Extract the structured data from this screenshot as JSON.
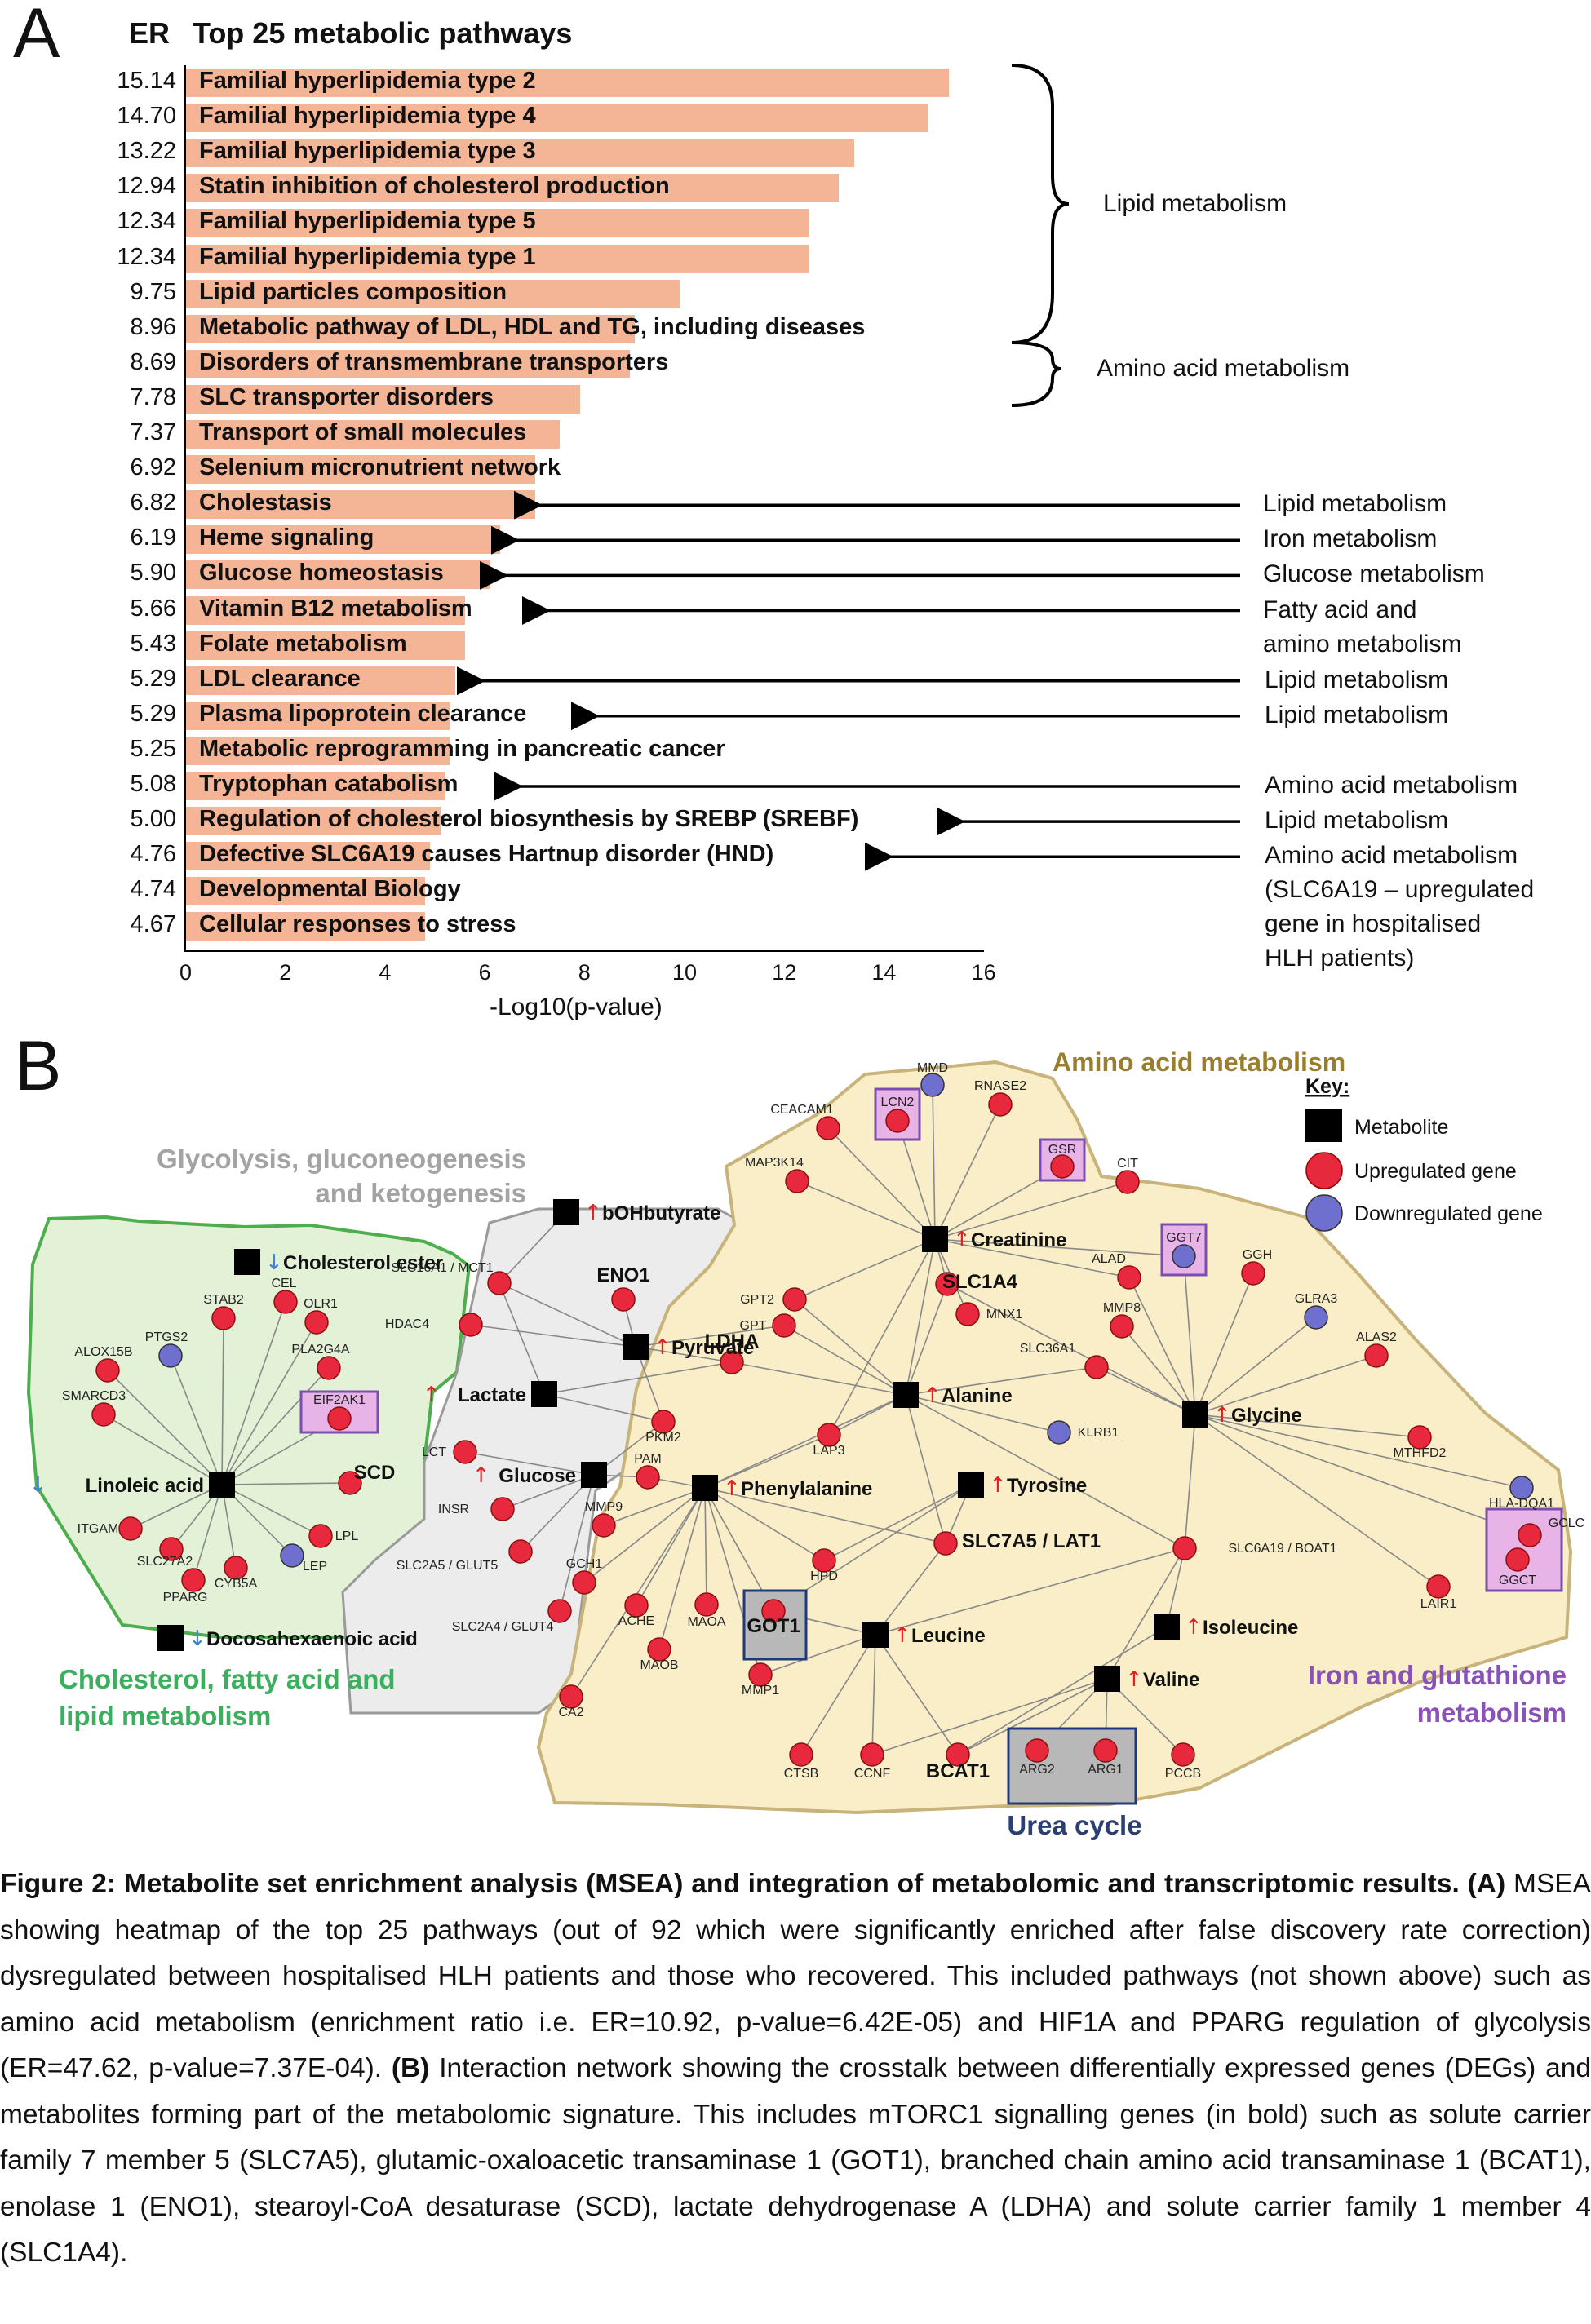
{
  "panel_a": {
    "letter": "A",
    "er_header": "ER",
    "title": "Top 25 metabolic pathways",
    "xlabel": "-Log10(p-value)",
    "brace_labels": [
      "Lipid metabolism",
      "Amino acid metabolism"
    ],
    "annotations": [
      {
        "row": 12,
        "lines": [
          "Lipid metabolism"
        ]
      },
      {
        "row": 13,
        "lines": [
          "Iron metabolism"
        ]
      },
      {
        "row": 14,
        "lines": [
          "Glucose metabolism"
        ]
      },
      {
        "row": 15,
        "lines": [
          "Fatty acid and",
          "amino metabolism"
        ]
      },
      {
        "row": 17,
        "lines": [
          "Lipid metabolism"
        ]
      },
      {
        "row": 18,
        "lines": [
          "Lipid metabolism"
        ]
      },
      {
        "row": 20,
        "lines": [
          "Amino acid metabolism"
        ]
      },
      {
        "row": 21,
        "lines": [
          "Lipid metabolism"
        ]
      },
      {
        "row": 22,
        "lines": [
          "Amino acid metabolism",
          "(SLC6A19 – upregulated",
          "gene in hospitalised",
          "HLH patients)"
        ]
      }
    ]
  },
  "chart_data": {
    "type": "bar",
    "orientation": "horizontal",
    "title": "Top 25 metabolic pathways",
    "xlabel": "-Log10(p-value)",
    "xlim": [
      0,
      16
    ],
    "xticks": [
      0,
      2,
      4,
      6,
      8,
      10,
      12,
      14,
      16
    ],
    "bar_color": "#f4b496",
    "categories": [
      "Familial hyperlipidemia type 2",
      "Familial hyperlipidemia type 4",
      "Familial hyperlipidemia type 3",
      "Statin inhibition of cholesterol production",
      "Familial hyperlipidemia type 5",
      "Familial  hyperlipidemia type 1",
      "Lipid particles composition",
      "Metabolic pathway of LDL, HDL and TG, including diseases",
      "Disorders of transmembrane transporters",
      "SLC transporter disorders",
      "Transport of small molecules",
      "Selenium micronutrient network",
      "Cholestasis",
      "Heme signaling",
      "Glucose homeostasis",
      "Vitamin B12 metabolism",
      "Folate metabolism",
      "LDL clearance",
      "Plasma lipoprotein clearance",
      "Metabolic reprogramming in pancreatic cancer",
      "Tryptophan catabolism",
      "Regulation of cholesterol biosynthesis by SREBP (SREBF)",
      "Defective SLC6A19 causes Hartnup disorder (HND)",
      "Developmental Biology",
      "Cellular responses to stress"
    ],
    "er": [
      "15.14",
      "14.70",
      "13.22",
      "12.94",
      "12.34",
      "12.34",
      "9.75",
      "8.96",
      "8.69",
      "7.78",
      "7.37",
      "6.92",
      "6.82",
      "6.19",
      "5.90",
      "5.66",
      "5.43",
      "5.29",
      "5.29",
      "5.25",
      "5.08",
      "5.00",
      "4.76",
      "4.74",
      "4.67"
    ],
    "values": [
      15.3,
      14.9,
      13.4,
      13.1,
      12.5,
      12.5,
      9.9,
      9.0,
      8.9,
      7.9,
      7.5,
      7.0,
      7.0,
      6.3,
      6.1,
      5.6,
      5.6,
      5.4,
      5.3,
      5.3,
      5.2,
      5.1,
      4.9,
      4.8,
      4.8
    ]
  },
  "panel_b": {
    "letter": "B",
    "regions": {
      "amino": "Amino acid metabolism",
      "glyco_1": "Glycolysis, gluconeogenesis",
      "glyco_2": "and ketogenesis",
      "lipid_1": "Cholesterol, fatty acid and",
      "lipid_2": "lipid metabolism",
      "iron_1": "Iron and glutathione",
      "iron_2": "metabolism",
      "urea": "Urea cycle"
    },
    "key": {
      "title": "Key:",
      "metabolite": "Metabolite",
      "up": "Upregulated gene",
      "down": "Downregulated gene"
    },
    "colors": {
      "upregulated": "#e8283c",
      "downregulated": "#6f6fd0",
      "metabolite": "#000000",
      "amino_fill": "#f9eec8",
      "glyco_fill": "#ececec",
      "lipid_fill": "#e3f2d7",
      "arrow_up": "#e02020",
      "arrow_down": "#3c80d0"
    },
    "metabolites": [
      {
        "id": "chol_ester",
        "label": "Cholesterol ester",
        "arrow": "↓"
      },
      {
        "id": "linoleic",
        "label": "Linoleic acid",
        "arrow": "↓"
      },
      {
        "id": "dha",
        "label": "Docosahexaenoic acid",
        "arrow": "↓"
      },
      {
        "id": "bohb",
        "label": "bOHbutyrate",
        "arrow": "↑"
      },
      {
        "id": "pyruvate",
        "label": "Pyruvate",
        "arrow": "↑"
      },
      {
        "id": "lactate",
        "label": "Lactate",
        "arrow": "↑"
      },
      {
        "id": "glucose",
        "label": "Glucose",
        "arrow": "↑"
      },
      {
        "id": "creatinine",
        "label": "Creatinine",
        "arrow": "↑"
      },
      {
        "id": "alanine",
        "label": "Alanine",
        "arrow": "↑"
      },
      {
        "id": "glycine",
        "label": "Glycine",
        "arrow": "↑"
      },
      {
        "id": "phenylalanine",
        "label": "Phenylalanine",
        "arrow": "↑"
      },
      {
        "id": "tyrosine",
        "label": "Tyrosine",
        "arrow": "↑"
      },
      {
        "id": "leucine",
        "label": "Leucine",
        "arrow": "↑"
      },
      {
        "id": "isoleucine",
        "label": "Isoleucine",
        "arrow": "↑"
      },
      {
        "id": "valine",
        "label": "Valine",
        "arrow": "↑"
      }
    ],
    "genes": [
      {
        "id": "STAB2",
        "label": "STAB2",
        "type": "up"
      },
      {
        "id": "CEL",
        "label": "CEL",
        "type": "up"
      },
      {
        "id": "PTGS2",
        "label": "PTGS2",
        "type": "down"
      },
      {
        "id": "OLR1",
        "label": "OLR1",
        "type": "up"
      },
      {
        "id": "ALOX15B",
        "label": "ALOX15B",
        "type": "up"
      },
      {
        "id": "PLA2G4A",
        "label": "PLA2G4A",
        "type": "up"
      },
      {
        "id": "SMARCD3",
        "label": "SMARCD3",
        "type": "up"
      },
      {
        "id": "EIF2AK1",
        "label": "EIF2AK1",
        "type": "up",
        "boxed": true
      },
      {
        "id": "SCD",
        "label": "SCD",
        "type": "up",
        "bold": true
      },
      {
        "id": "ITGAM",
        "label": "ITGAM",
        "type": "up"
      },
      {
        "id": "LPL",
        "label": "LPL",
        "type": "up"
      },
      {
        "id": "SLC27A2",
        "label": "SLC27A2",
        "type": "up"
      },
      {
        "id": "LEP",
        "label": "LEP",
        "type": "down"
      },
      {
        "id": "CYB5A",
        "label": "CYB5A",
        "type": "up"
      },
      {
        "id": "PPARG",
        "label": "PPARG",
        "type": "up"
      },
      {
        "id": "SLC16A1",
        "label": "SLC16A1 / MCT1",
        "type": "up"
      },
      {
        "id": "ENO1",
        "label": "ENO1",
        "type": "up",
        "bold": true
      },
      {
        "id": "HDAC4",
        "label": "HDAC4",
        "type": "up"
      },
      {
        "id": "LCT",
        "label": "LCT",
        "type": "up"
      },
      {
        "id": "INSR",
        "label": "INSR",
        "type": "up"
      },
      {
        "id": "SLC2A5",
        "label": "SLC2A5 / GLUT5",
        "type": "up"
      },
      {
        "id": "SLC2A4",
        "label": "SLC2A4 / GLUT4",
        "type": "up"
      },
      {
        "id": "MMD",
        "label": "MMD",
        "type": "down"
      },
      {
        "id": "LCN2",
        "label": "LCN2",
        "type": "up",
        "boxed": true
      },
      {
        "id": "RNASE2",
        "label": "RNASE2",
        "type": "up"
      },
      {
        "id": "CEACAM1",
        "label": "CEACAM1",
        "type": "up"
      },
      {
        "id": "GSR",
        "label": "GSR",
        "type": "up",
        "boxed": true
      },
      {
        "id": "MAP3K14",
        "label": "MAP3K14",
        "type": "up"
      },
      {
        "id": "CIT",
        "label": "CIT",
        "type": "up"
      },
      {
        "id": "GGT7",
        "label": "GGT7",
        "type": "down",
        "boxed": true
      },
      {
        "id": "GGH",
        "label": "GGH",
        "type": "up"
      },
      {
        "id": "ALAD",
        "label": "ALAD",
        "type": "up"
      },
      {
        "id": "SLC1A4",
        "label": "SLC1A4",
        "type": "up",
        "bold": true
      },
      {
        "id": "GPT2",
        "label": "GPT2",
        "type": "up"
      },
      {
        "id": "GPT",
        "label": "GPT",
        "type": "up"
      },
      {
        "id": "MNX1",
        "label": "MNX1",
        "type": "up"
      },
      {
        "id": "MMP8",
        "label": "MMP8",
        "type": "up"
      },
      {
        "id": "GLRA3",
        "label": "GLRA3",
        "type": "down"
      },
      {
        "id": "LDHA",
        "label": "LDHA",
        "type": "up",
        "bold": true
      },
      {
        "id": "SLC36A1",
        "label": "SLC36A1",
        "type": "up"
      },
      {
        "id": "ALAS2",
        "label": "ALAS2",
        "type": "up"
      },
      {
        "id": "PKM2",
        "label": "PKM2",
        "type": "up"
      },
      {
        "id": "LAP3",
        "label": "LAP3",
        "type": "up"
      },
      {
        "id": "KLRB1",
        "label": "KLRB1",
        "type": "down"
      },
      {
        "id": "MTHFD2",
        "label": "MTHFD2",
        "type": "up"
      },
      {
        "id": "PAM",
        "label": "PAM",
        "type": "up"
      },
      {
        "id": "HLADQA1",
        "label": "HLA-DQA1",
        "type": "down"
      },
      {
        "id": "MMP9",
        "label": "MMP9",
        "type": "up"
      },
      {
        "id": "SLC7A5",
        "label": "SLC7A5 / LAT1",
        "type": "up",
        "bold": true
      },
      {
        "id": "SLC6A19",
        "label": "SLC6A19 / BOAT1",
        "type": "up"
      },
      {
        "id": "GCLC",
        "label": "GCLC",
        "type": "up",
        "boxed": true
      },
      {
        "id": "HPD",
        "label": "HPD",
        "type": "up"
      },
      {
        "id": "GCH1",
        "label": "GCH1",
        "type": "up"
      },
      {
        "id": "GGCT",
        "label": "GGCT",
        "type": "up",
        "boxed": true
      },
      {
        "id": "LAIR1",
        "label": "LAIR1",
        "type": "up"
      },
      {
        "id": "ACHE",
        "label": "ACHE",
        "type": "up"
      },
      {
        "id": "MAOA",
        "label": "MAOA",
        "type": "up"
      },
      {
        "id": "GOT1",
        "label": "GOT1",
        "type": "up",
        "bold": true
      },
      {
        "id": "MAOB",
        "label": "MAOB",
        "type": "up"
      },
      {
        "id": "MMP1",
        "label": "MMP1",
        "type": "up"
      },
      {
        "id": "CA2",
        "label": "CA2",
        "type": "up"
      },
      {
        "id": "CTSB",
        "label": "CTSB",
        "type": "up"
      },
      {
        "id": "CCNF",
        "label": "CCNF",
        "type": "up"
      },
      {
        "id": "BCAT1",
        "label": "BCAT1",
        "type": "up",
        "bold": true
      },
      {
        "id": "ARG2",
        "label": "ARG2",
        "type": "up"
      },
      {
        "id": "ARG1",
        "label": "ARG1",
        "type": "up"
      },
      {
        "id": "PCCB",
        "label": "PCCB",
        "type": "up"
      }
    ],
    "edges": [
      [
        "linoleic",
        "STAB2"
      ],
      [
        "linoleic",
        "CEL"
      ],
      [
        "linoleic",
        "PTGS2"
      ],
      [
        "linoleic",
        "OLR1"
      ],
      [
        "linoleic",
        "ALOX15B"
      ],
      [
        "linoleic",
        "PLA2G4A"
      ],
      [
        "linoleic",
        "SMARCD3"
      ],
      [
        "linoleic",
        "EIF2AK1"
      ],
      [
        "linoleic",
        "SCD"
      ],
      [
        "linoleic",
        "ITGAM"
      ],
      [
        "linoleic",
        "LPL"
      ],
      [
        "linoleic",
        "SLC27A2"
      ],
      [
        "linoleic",
        "LEP"
      ],
      [
        "linoleic",
        "CYB5A"
      ],
      [
        "linoleic",
        "PPARG"
      ],
      [
        "pyruvate",
        "SLC16A1"
      ],
      [
        "pyruvate",
        "ENO1"
      ],
      [
        "pyruvate",
        "HDAC4"
      ],
      [
        "pyruvate",
        "LDHA"
      ],
      [
        "pyruvate",
        "PKM2"
      ],
      [
        "pyruvate",
        "GPT"
      ],
      [
        "bohb",
        "SLC16A1"
      ],
      [
        "lactate",
        "SLC16A1"
      ],
      [
        "lactate",
        "LDHA"
      ],
      [
        "lactate",
        "PKM2"
      ],
      [
        "glucose",
        "LCT"
      ],
      [
        "glucose",
        "INSR"
      ],
      [
        "glucose",
        "SLC2A5"
      ],
      [
        "glucose",
        "SLC2A4"
      ],
      [
        "glucose",
        "PKM2"
      ],
      [
        "glucose",
        "PAM"
      ],
      [
        "creatinine",
        "MMD"
      ],
      [
        "creatinine",
        "LCN2"
      ],
      [
        "creatinine",
        "RNASE2"
      ],
      [
        "creatinine",
        "CEACAM1"
      ],
      [
        "creatinine",
        "GSR"
      ],
      [
        "creatinine",
        "MAP3K14"
      ],
      [
        "creatinine",
        "CIT"
      ],
      [
        "creatinine",
        "GGT7"
      ],
      [
        "creatinine",
        "ALAD"
      ],
      [
        "creatinine",
        "SLC1A4"
      ],
      [
        "creatinine",
        "GPT2"
      ],
      [
        "creatinine",
        "MNX1"
      ],
      [
        "creatinine",
        "LAP3"
      ],
      [
        "alanine",
        "GPT2"
      ],
      [
        "alanine",
        "GPT"
      ],
      [
        "alanine",
        "SLC1A4"
      ],
      [
        "alanine",
        "SLC36A1"
      ],
      [
        "alanine",
        "LDHA"
      ],
      [
        "alanine",
        "LAP3"
      ],
      [
        "alanine",
        "KLRB1"
      ],
      [
        "alanine",
        "SLC7A5"
      ],
      [
        "alanine",
        "SLC6A19"
      ],
      [
        "alanine",
        "creatinine"
      ],
      [
        "glycine",
        "GGT7"
      ],
      [
        "glycine",
        "GGH"
      ],
      [
        "glycine",
        "ALAD"
      ],
      [
        "glycine",
        "MMP8"
      ],
      [
        "glycine",
        "GLRA3"
      ],
      [
        "glycine",
        "ALAS2"
      ],
      [
        "glycine",
        "SLC36A1"
      ],
      [
        "glycine",
        "MTHFD2"
      ],
      [
        "glycine",
        "HLADQA1"
      ],
      [
        "glycine",
        "GCLC"
      ],
      [
        "glycine",
        "LAIR1"
      ],
      [
        "glycine",
        "SLC6A19"
      ],
      [
        "glycine",
        "SLC1A4"
      ],
      [
        "phenylalanine",
        "PAM"
      ],
      [
        "phenylalanine",
        "MMP9"
      ],
      [
        "phenylalanine",
        "GCH1"
      ],
      [
        "phenylalanine",
        "CA2"
      ],
      [
        "phenylalanine",
        "ACHE"
      ],
      [
        "phenylalanine",
        "MAOA"
      ],
      [
        "phenylalanine",
        "MAOB"
      ],
      [
        "phenylalanine",
        "GOT1"
      ],
      [
        "phenylalanine",
        "HPD"
      ],
      [
        "phenylalanine",
        "MMP1"
      ],
      [
        "phenylalanine",
        "SLC7A5"
      ],
      [
        "phenylalanine",
        "LAP3"
      ],
      [
        "phenylalanine",
        "alanine"
      ],
      [
        "tyrosine",
        "HPD"
      ],
      [
        "tyrosine",
        "GOT1"
      ],
      [
        "tyrosine",
        "SLC7A5"
      ],
      [
        "leucine",
        "CTSB"
      ],
      [
        "leucine",
        "CCNF"
      ],
      [
        "leucine",
        "BCAT1"
      ],
      [
        "leucine",
        "MMP1"
      ],
      [
        "leucine",
        "SLC7A5"
      ],
      [
        "leucine",
        "GOT1"
      ],
      [
        "leucine",
        "SLC6A19"
      ],
      [
        "isoleucine",
        "SLC6A19"
      ],
      [
        "isoleucine",
        "BCAT1"
      ],
      [
        "valine",
        "BCAT1"
      ],
      [
        "valine",
        "ARG2"
      ],
      [
        "valine",
        "ARG1"
      ],
      [
        "valine",
        "PCCB"
      ],
      [
        "valine",
        "SLC6A19"
      ],
      [
        "valine",
        "CCNF"
      ]
    ]
  },
  "caption": {
    "label": "Figure 2: Metabolite set enrichment analysis (MSEA) and integration of metabolomic and transcriptomic results.",
    "part_a_label": "(A)",
    "part_a_text": "MSEA showing heatmap of the top 25 pathways (out of 92 which were significantly enriched after false discovery rate correction) dysregulated between hospitalised HLH patients and those who recovered. This included pathways (not shown above) such as amino acid metabolism (enrichment ratio i.e. ER=10.92, p-value=6.42E-05) and  HIF1A and PPARG regulation of glycolysis (ER=47.62, p-value=7.37E-04).",
    "part_b_label": "(B)",
    "part_b_text": "Interaction network showing the crosstalk between differentially expressed genes (DEGs) and metabolites forming part of the metabolomic signature. This includes mTORC1 signalling genes (in bold) such as solute carrier family 7 member 5 (SLC7A5), glutamic-oxaloacetic transaminase 1 (GOT1), branched chain amino acid transaminase 1 (BCAT1), enolase 1 (ENO1), stearoyl-CoA desaturase (SCD), lactate dehydrogenase A (LDHA) and solute carrier family 1 member 4 (SLC1A4)."
  }
}
